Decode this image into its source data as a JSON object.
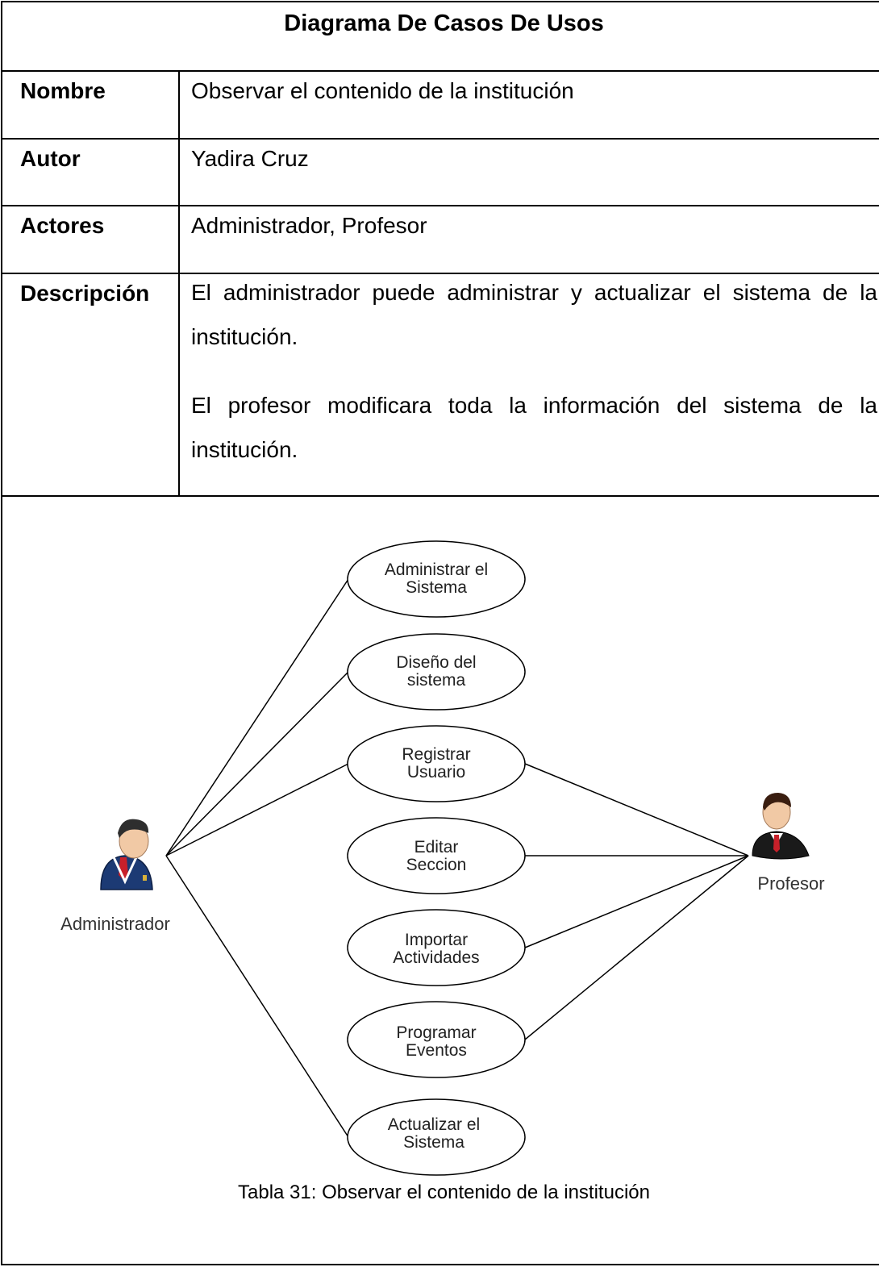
{
  "title": "Diagrama De Casos De Usos",
  "rows": {
    "nombre": {
      "label": "Nombre",
      "value": "Observar el contenido de la institución"
    },
    "autor": {
      "label": "Autor",
      "value": "Yadira Cruz"
    },
    "actores": {
      "label": "Actores",
      "value": "Administrador, Profesor"
    },
    "descripcion": {
      "label": "Descripción",
      "p1": "El administrador puede administrar y actualizar el sistema de la institución.",
      "p2": "El profesor modificara toda la información del sistema de la institución."
    }
  },
  "diagram": {
    "actors": {
      "admin": "Administrador",
      "profesor": "Profesor"
    },
    "use_cases": [
      {
        "line1": "Administrar el",
        "line2": "Sistema"
      },
      {
        "line1": "Diseño del",
        "line2": "sistema"
      },
      {
        "line1": "Registrar",
        "line2": "Usuario"
      },
      {
        "line1": "Editar",
        "line2": "Seccion"
      },
      {
        "line1": "Importar",
        "line2": "Actividades"
      },
      {
        "line1": "Programar",
        "line2": "Eventos"
      },
      {
        "line1": "Actualizar el",
        "line2": "Sistema"
      }
    ]
  },
  "caption": "Tabla 31: Observar el contenido de la institución"
}
